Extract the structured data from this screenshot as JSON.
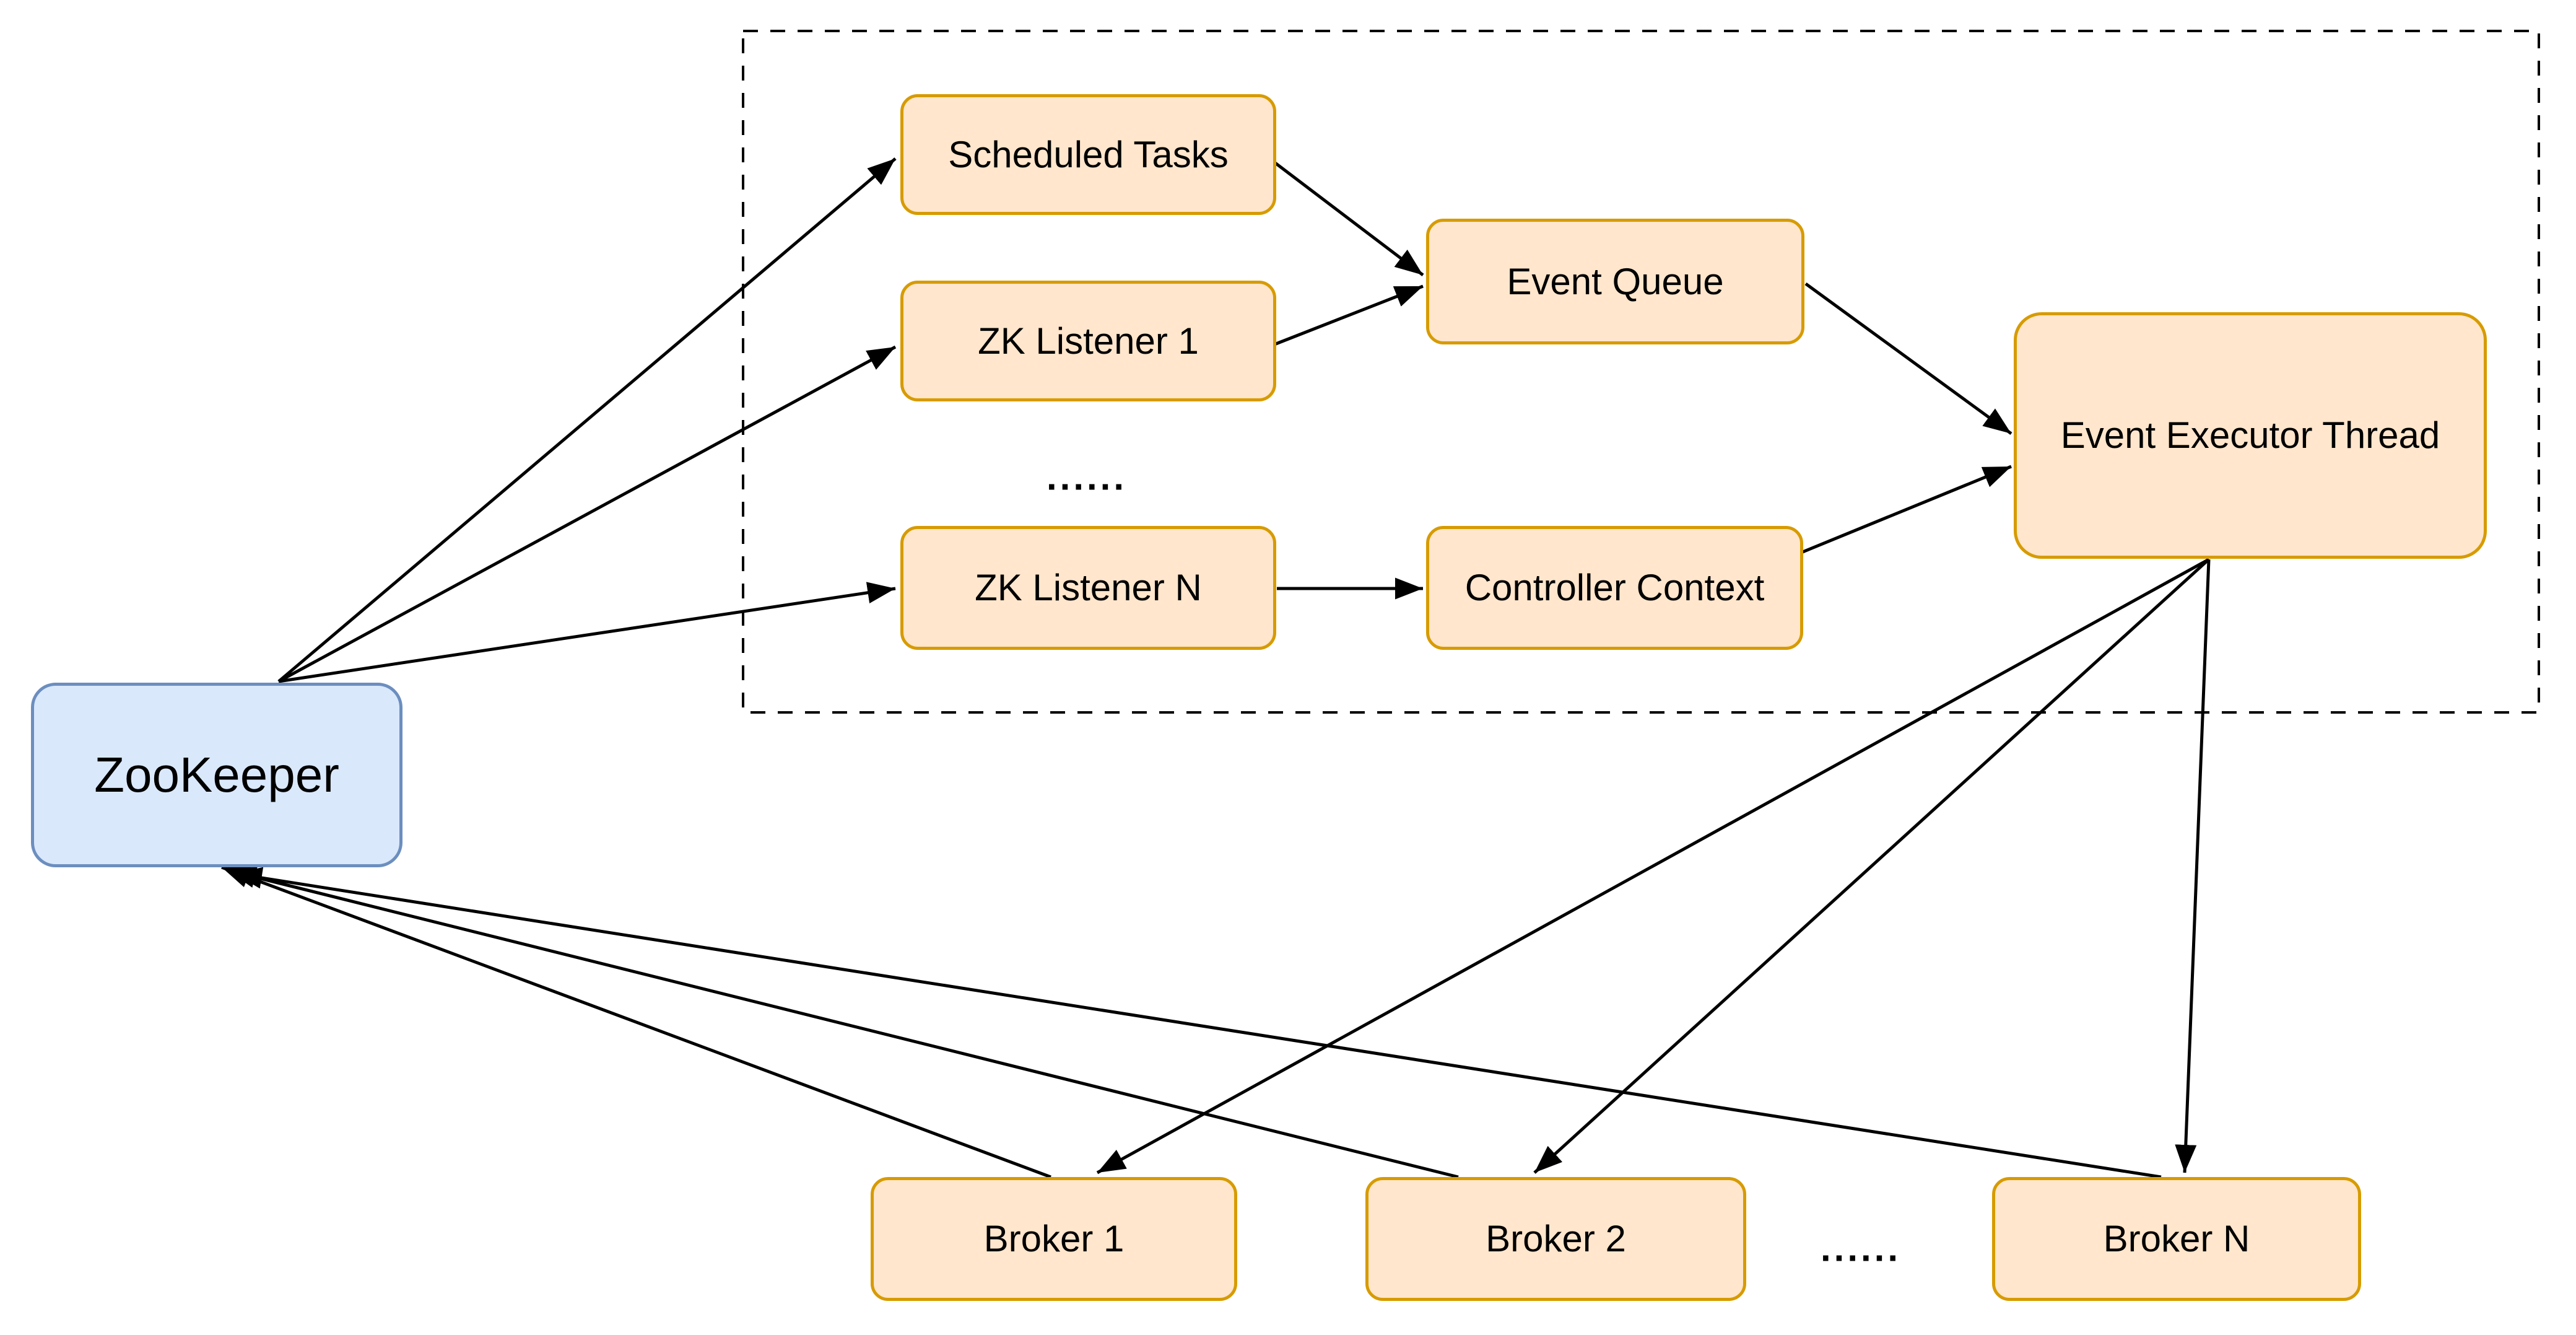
{
  "diagram": {
    "nodes": {
      "zookeeper": {
        "label": "ZooKeeper"
      },
      "scheduled_tasks": {
        "label": "Scheduled Tasks"
      },
      "zk_listener_1": {
        "label": "ZK Listener 1"
      },
      "zk_listener_n": {
        "label": "ZK Listener N"
      },
      "event_queue": {
        "label": "Event Queue"
      },
      "controller_context": {
        "label": "Controller Context"
      },
      "event_executor_thread": {
        "label": "Event Executor Thread"
      },
      "broker_1": {
        "label": "Broker 1"
      },
      "broker_2": {
        "label": "Broker 2"
      },
      "broker_n": {
        "label": "Broker N"
      }
    },
    "ellipsis": {
      "listeners": "......",
      "brokers": "......"
    },
    "colors": {
      "component_fill": "#ffe6cc",
      "component_border": "#d79b00",
      "zookeeper_fill": "#dae8fc",
      "zookeeper_border": "#6c8ebf",
      "edge": "#000000",
      "container_border": "#000000",
      "background": "#ffffff"
    },
    "edges": [
      {
        "from": "zookeeper",
        "to": "scheduled_tasks"
      },
      {
        "from": "zookeeper",
        "to": "zk_listener_1"
      },
      {
        "from": "zookeeper",
        "to": "zk_listener_n"
      },
      {
        "from": "scheduled_tasks",
        "to": "event_queue"
      },
      {
        "from": "zk_listener_1",
        "to": "event_queue"
      },
      {
        "from": "zk_listener_n",
        "to": "controller_context"
      },
      {
        "from": "event_queue",
        "to": "event_executor_thread"
      },
      {
        "from": "controller_context",
        "to": "event_executor_thread"
      },
      {
        "from": "event_executor_thread",
        "to": "broker_1"
      },
      {
        "from": "event_executor_thread",
        "to": "broker_2"
      },
      {
        "from": "event_executor_thread",
        "to": "broker_n"
      },
      {
        "from": "broker_1",
        "to": "zookeeper"
      },
      {
        "from": "broker_2",
        "to": "zookeeper"
      },
      {
        "from": "broker_n",
        "to": "zookeeper"
      }
    ]
  }
}
